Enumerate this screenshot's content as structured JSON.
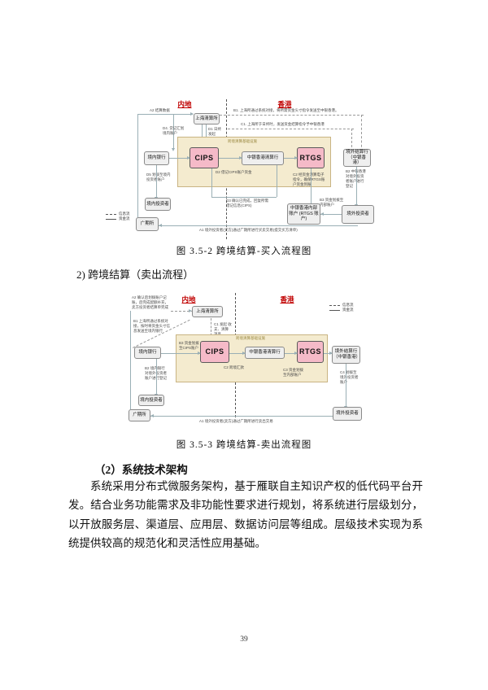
{
  "page": {
    "number": "39"
  },
  "diagram1": {
    "caption": "图  3.5-2  跨境结算-买入流程图",
    "region_mainland": "内地",
    "region_hk": "香港",
    "infra_title": "跨境清算基础设施",
    "legend": {
      "dashed": "信息流",
      "solid": "资金流"
    },
    "boxes": {
      "shanghai_clearing": "上海清算所",
      "domestic_bank": "境内银行",
      "cips": "CIPS",
      "boc_hk_clearing": "中银香港清算行",
      "rtgs": "RTGS",
      "offshore_settlement_bank": "境外结算行（中银香港）",
      "domestic_investor": "境内投资者",
      "boc_hk_internal_account": "中银香港内部账户 (RTGS 账户)",
      "offshore_investor": "境外投资者",
      "gfex": "广期所"
    },
    "labels": {
      "a1": "A1 境外投资者(买方)通过广期所进行买卖交易(提交买方清单)",
      "a2": "A2 结算数据",
      "b1": "B1. 上海所通过系统对接，将所需资金头寸指令发送至中银香港。",
      "b2": "B2 中银香港对境外投资者账户进行登记",
      "b3": "B3 资金划拨至内部账户",
      "c1": "C1. 上海所于日终时，发送资金结算指令予中银香港",
      "c2": "C2 经资金清算电子指令，确保RTGS账户资金到账",
      "d1": "D1 日终发起CIPS批量清算消息",
      "d2": "D2 借记CIPS账户资金",
      "d3": "D3 确认已完成，回复所需借记信息(CIPS)",
      "d4": "D4. 贷记汇划境内账户",
      "d5": "D5 划拨至境内投资者账户"
    }
  },
  "subheading": "2)  跨境结算（卖出流程）",
  "diagram2": {
    "caption": "图  3.5-3  跨境结算-卖出流程图",
    "region_mainland": "内地",
    "region_hk": "香港",
    "infra_title": "跨境清算基础设施",
    "legend": {
      "dashed": "信息流",
      "solid": "资金流"
    },
    "boxes": {
      "shanghai_clearing": "上海清算所",
      "domestic_bank": "境内银行",
      "cips": "CIPS",
      "boc_hk_clearing": "中银香港清算行",
      "rtgs": "RTGS",
      "offshore_settlement_bank": "境外结算行（中银香港）",
      "domestic_investor": "境内投资者",
      "offshore_investor": "境外投资者",
      "gfex": "广期所"
    },
    "labels": {
      "a1": "A1 境外投资者(卖方)通过广期所进行卖出交易",
      "a2": "A2 确认后划拨账户记账，后完成配额补充，卖方投资者结算单完成",
      "b1": "B1 上海所通过系统对接，按时将资金头寸信息发送至境内银行",
      "b2": "B2 境内银行 对境外投资者 账户进行登记",
      "b3": "B3 资金划拨 至CIPS账户",
      "c1": "C1 发起 收支、清算 消息",
      "c2": "C2 跨境汇款",
      "c3": "C3 资金划拨至内部账户",
      "c4": "C4 划拨至境外投资者账户"
    }
  },
  "body": {
    "heading": "（2）系统技术架构",
    "paragraph": "系统采用分布式微服务架构，基于雁联自主知识产权的低代码平台开发。结合业务功能需求及非功能性要求进行规划，将系统进行层级划分，以开放服务层、渠道层、应用层、数据访问层等组成。层级技术实现为系统提供较高的规范化和灵活性应用基础。"
  }
}
